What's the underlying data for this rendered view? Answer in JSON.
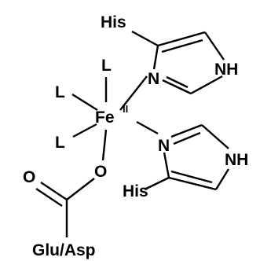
{
  "structure": {
    "metal": {
      "symbol": "Fe",
      "oxidation_state": "II"
    },
    "ligands": {
      "L_top": "L",
      "L_left_upper": "L",
      "L_left_lower": "L",
      "his_upper": {
        "label": "His",
        "ring_N": "N",
        "ring_NH": "NH"
      },
      "his_lower": {
        "label": "His",
        "ring_N": "N",
        "ring_NH": "NH"
      },
      "carboxylate": {
        "O_bridge": "O",
        "O_carbonyl": "O",
        "residue": "Glu/Asp"
      }
    }
  }
}
